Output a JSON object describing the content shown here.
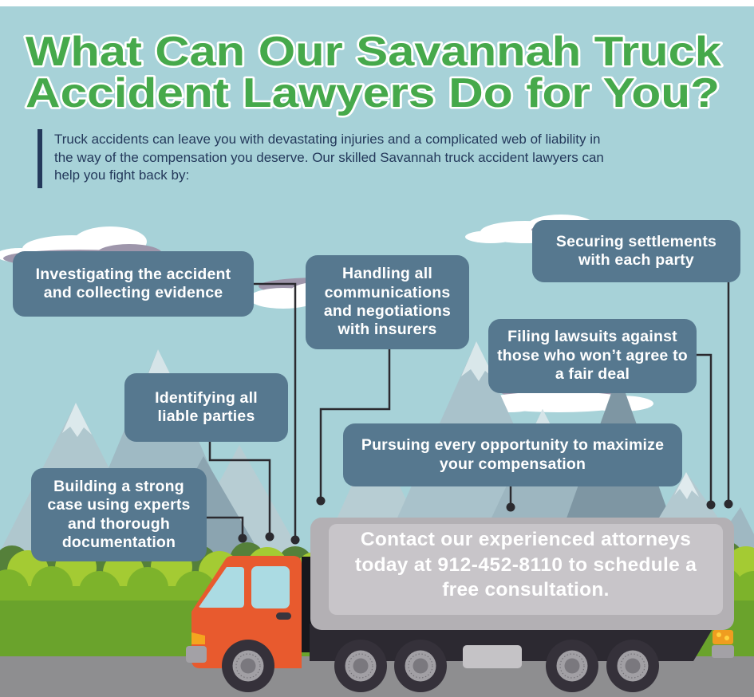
{
  "title": {
    "line1": "What Can Our Savannah Truck",
    "line2": "Accident Lawyers Do for You?"
  },
  "intro": {
    "lines": [
      "Truck accidents can leave you with devastating injuries and a complicated web of liability in",
      "the way of the compensation you deserve. Our skilled Savannah truck accident lawyers can",
      "help you fight back by:"
    ]
  },
  "callouts": [
    {
      "id": "investigating",
      "label": "Investigating the accident and collecting evidence"
    },
    {
      "id": "handling",
      "label": "Handling all communications and negotiations with insurers"
    },
    {
      "id": "securing",
      "label": "Securing settlements with each party"
    },
    {
      "id": "filing",
      "label": "Filing lawsuits against those who won’t agree to a fair deal"
    },
    {
      "id": "identifying",
      "label": "Identifying all liable parties"
    },
    {
      "id": "building",
      "label": "Building a strong case using experts and thorough documentation"
    },
    {
      "id": "pursuing",
      "label": "Pursuing every opportunity to maximize your compensation"
    }
  ],
  "cta": {
    "line1": "Contact our experienced attorneys",
    "line2_pre": "today at ",
    "phone": "912-452-8110",
    "line2_post": " to schedule a",
    "line3": "free consultation."
  },
  "colors": {
    "title_green": "#46a94b",
    "callout_blue": "#56788f",
    "intro_navy": "#24395b",
    "sky": "#a7d2d8",
    "truck_orange": "#e85a2e",
    "trailer_gray": "#c8c5c9",
    "grass_green": "#6aa32c",
    "road_gray": "#8e8e90",
    "cloud_gray": "#9e96ab"
  }
}
